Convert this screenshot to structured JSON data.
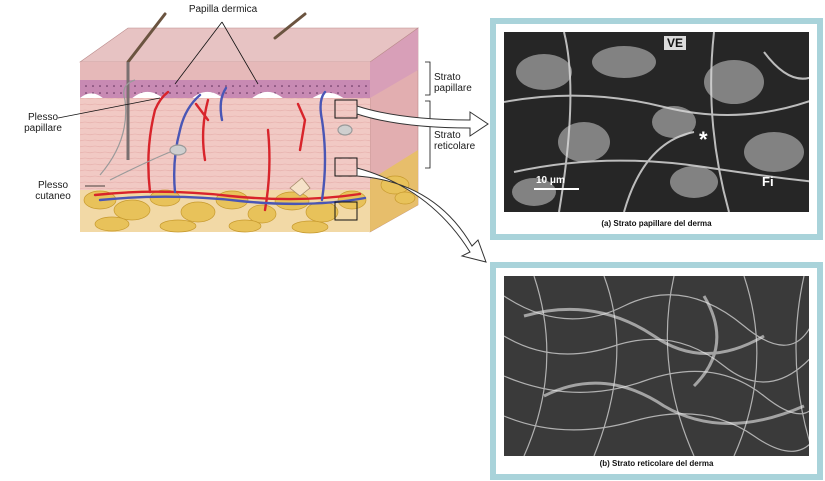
{
  "labels": {
    "papilla_dermica": "Papilla dermica",
    "plesso_papillare": "Plesso\npapillare",
    "plesso_cutaneo": "Plesso\ncutaneo",
    "strato_papillare": "Strato\npapillare",
    "strato_reticolare": "Strato\nreticolare"
  },
  "panel_a": {
    "caption": "(a)  Strato papillare del derma",
    "tags": {
      "ve": "VE",
      "asterisk": "*",
      "fi": "Fi",
      "scale": "10 μm"
    }
  },
  "panel_b": {
    "caption": "(b)  Strato reticolare del derma"
  },
  "colors": {
    "frame": "#a9d3da",
    "epidermis": "#e6b9b9",
    "papillary_layer": "#c88ab3",
    "dermis": "#f1c9c4",
    "fat": "#e8c25a",
    "artery": "#d8242b",
    "vein": "#4a56b5"
  }
}
